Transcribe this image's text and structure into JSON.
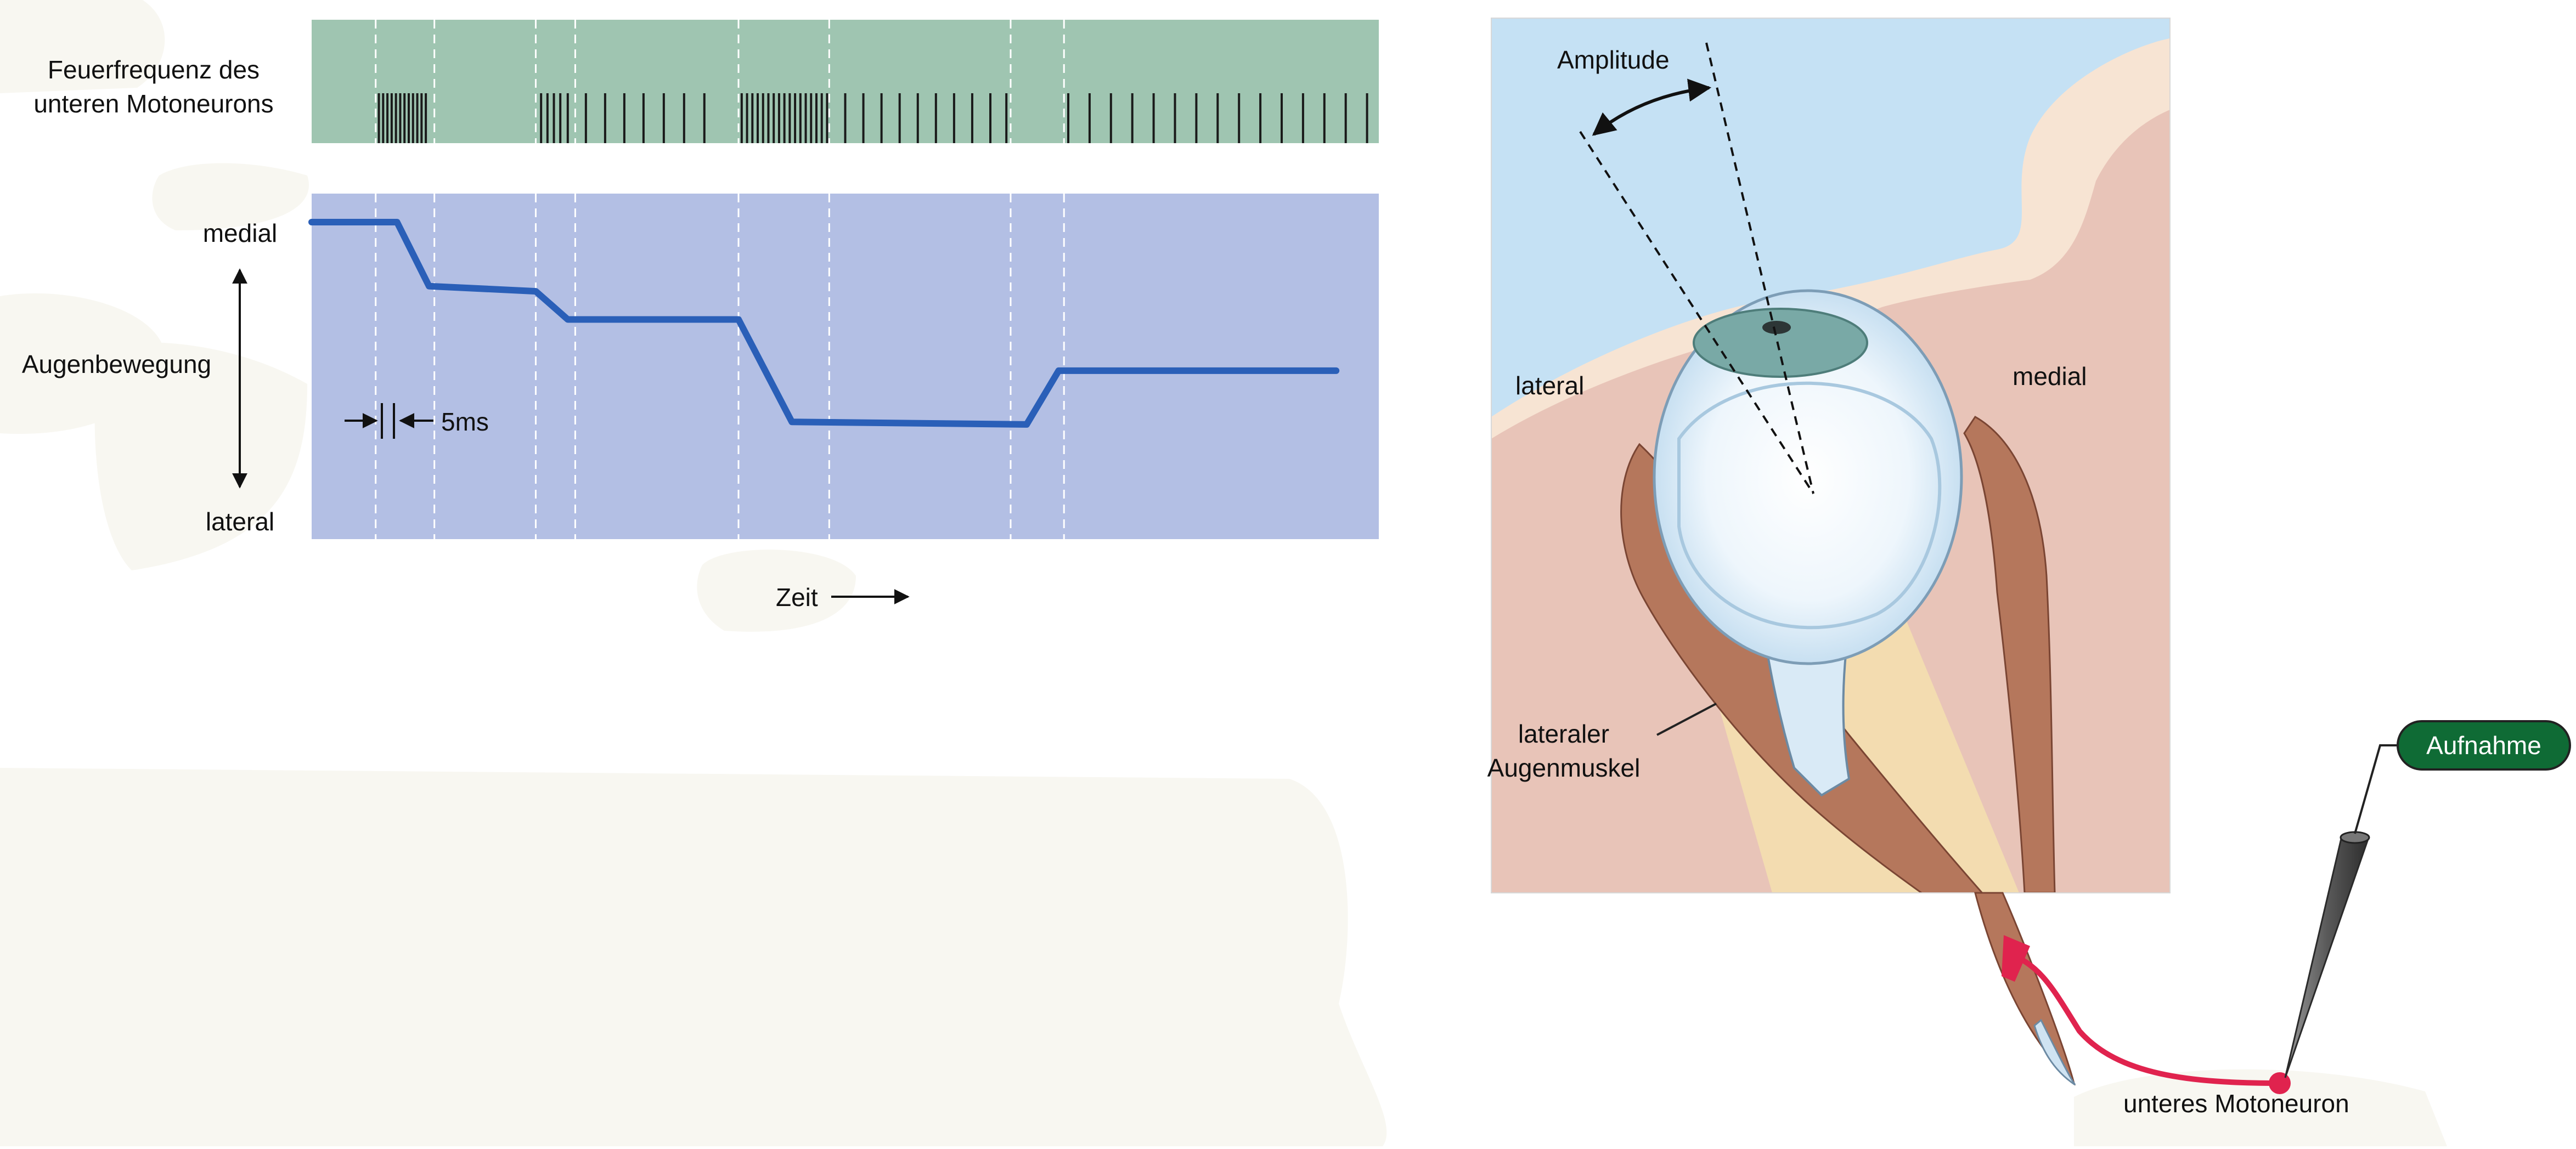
{
  "colors": {
    "firing_panel": "#9fc5b1",
    "eye_panel": "#b3bfe4",
    "eye_trace": "#2a5fb8",
    "sky": "#c5e1f4",
    "tissue": "#e8c4b8",
    "skin": "#f7e4d3",
    "muscle": "#b5775c",
    "nerve": "#e0234e",
    "badge": "#0f6b35"
  },
  "labels": {
    "firing_rate": [
      "Feuerfrequenz des",
      "unteren Motoneurons"
    ],
    "eye_movement": "Augenbewegung",
    "medial_axis": "medial",
    "lateral_axis": "lateral",
    "interval": "5ms",
    "time": "Zeit",
    "amplitude": "Amplitude",
    "lateral_side": "lateral",
    "medial_side": "medial",
    "muscle": [
      "lateraler",
      "Augenmuskel"
    ],
    "recording": "Aufnahme",
    "motoneuron": "unteres Motoneuron"
  },
  "chart_data": {
    "type": "line",
    "x_range": [
      0,
      100
    ],
    "y_range": [
      "lateral",
      "medial"
    ],
    "trace": [
      [
        0,
        100
      ],
      [
        8,
        100
      ],
      [
        11,
        75
      ],
      [
        21,
        73
      ],
      [
        24,
        62
      ],
      [
        40,
        62
      ],
      [
        45,
        22
      ],
      [
        67,
        21
      ],
      [
        70,
        42
      ],
      [
        96,
        42
      ]
    ],
    "epoch_boundaries": [
      6,
      11.5,
      21,
      24.7,
      40,
      48.5,
      65.5,
      70.5
    ],
    "spikes": [
      6.3,
      6.7,
      7.1,
      7.5,
      7.9,
      8.3,
      8.7,
      9.1,
      9.5,
      9.9,
      10.3,
      10.7,
      21.5,
      22.1,
      22.7,
      23.3,
      24.0,
      25.7,
      27.5,
      29.3,
      31.1,
      33.0,
      34.9,
      36.8,
      40.3,
      40.8,
      41.3,
      41.8,
      42.3,
      42.8,
      43.3,
      43.8,
      44.3,
      44.8,
      45.3,
      45.8,
      46.3,
      46.8,
      47.3,
      47.8,
      48.3,
      50.0,
      51.7,
      53.4,
      55.1,
      56.8,
      58.5,
      60.2,
      61.9,
      63.6,
      65.1,
      70.9,
      72.9,
      74.9,
      76.9,
      78.9,
      80.9,
      82.9,
      84.9,
      86.9,
      88.9,
      90.9,
      92.9,
      94.9,
      96.9,
      98.9
    ]
  }
}
